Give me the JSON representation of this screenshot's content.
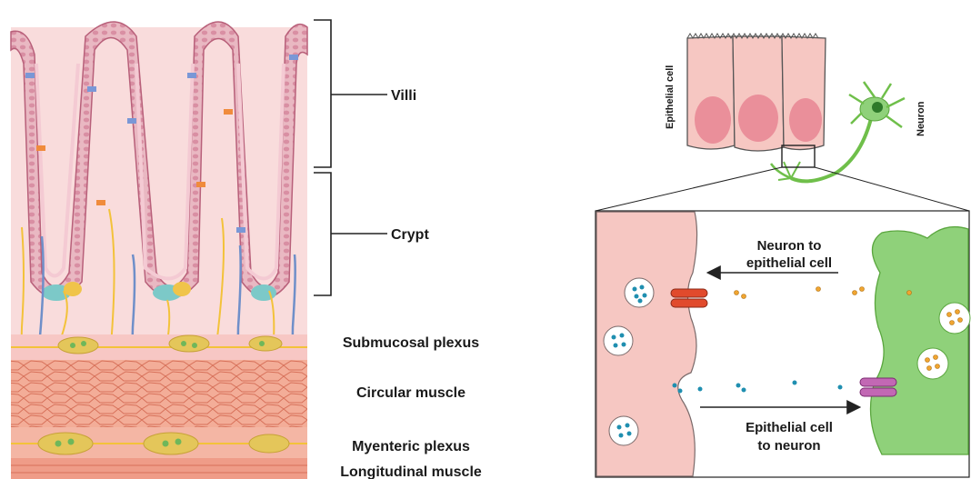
{
  "left_panel": {
    "labels": {
      "villi": "Villi",
      "crypt": "Crypt",
      "submucosal": "Submucosal plexus",
      "circular": "Circular muscle",
      "myenteric": "Myenteric plexus",
      "longitudinal": "Longitudinal muscle"
    }
  },
  "right_panel": {
    "top_labels": {
      "epithelial_cell": "Epithelial cell",
      "neuron": "Neuron"
    },
    "arrows": {
      "neuron_to_epi_line1": "Neuron to",
      "neuron_to_epi_line2": "epithelial cell",
      "epi_to_neuron_line1": "Epithelial cell",
      "epi_to_neuron_line2": "to neuron"
    }
  },
  "colors": {
    "tissue_pink": "#f9dcdc",
    "epithelium": "#e9b3bd",
    "muscle": "#f0a58f",
    "nerve_yellow": "#f3c23a",
    "vessel_blue": "#6f8fc9",
    "neuron_green": "#8fd17a",
    "epithelial_salmon": "#f6c7c2",
    "vesicle_blue": "#1f8fb0",
    "vesicle_orange": "#f0a531",
    "receptor_red": "#e14a2c",
    "receptor_purple": "#c268b4"
  }
}
